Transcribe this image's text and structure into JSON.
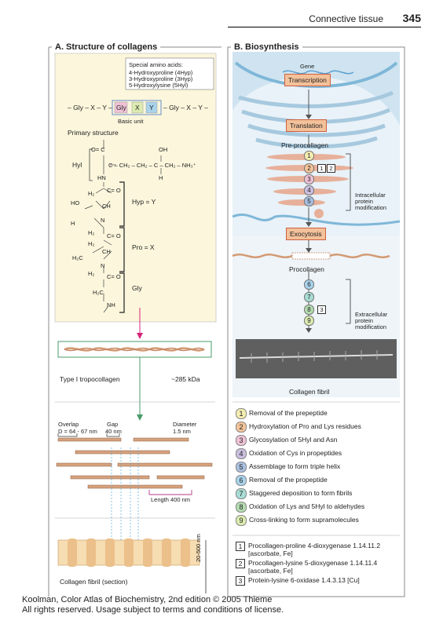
{
  "header": {
    "section": "Connective tissue",
    "page": "345"
  },
  "panelA": {
    "title": "A. Structure of collagens",
    "special_title": "Special amino acids:",
    "special": [
      "4-Hydroxyproline (4Hyp)",
      "3-Hydroxyproline (3Hyp)",
      "5-Hydroxylysine (5Hyl)"
    ],
    "seq_left": "– Gly – X – Y –",
    "seq_box": [
      "Gly",
      "X",
      "Y"
    ],
    "seq_right": "– Gly – X – Y –",
    "basic_unit": "Basic unit",
    "primary_structure": "Primary structure",
    "hyl": "Hyl",
    "hyp_eq": "Hyp = Y",
    "pro_eq": "Pro = X",
    "gly": "Gly",
    "tropocollagen": "Type I tropocollagen",
    "kda": "~285 kDa",
    "overlap": "Overlap",
    "overlap_val": "D = 64 - 67 nm",
    "gap": "Gap",
    "gap_val": "40 nm",
    "diameter": "Diameter",
    "diameter_val": "1.5 nm",
    "length": "Length 400 nm",
    "fibril_section": "Collagen fibril (section)",
    "size": "20-500 nm"
  },
  "panelB": {
    "title": "B. Biosynthesis",
    "gene": "Gene",
    "transcription": "Transcription",
    "translation": "Translation",
    "preprocollagen": "Pre-procollagen",
    "intracellular": [
      "Intracellular",
      "protein",
      "modification"
    ],
    "exocytosis": "Exocytosis",
    "procollagen": "Procollagen",
    "extracellular": [
      "Extracellular",
      "protein",
      "modification"
    ],
    "collagen_fibril": "Collagen fibril"
  },
  "legend": [
    {
      "n": "1",
      "label": "Removal of the prepeptide",
      "color": "#f3ecb0"
    },
    {
      "n": "2",
      "label": "Hydroxylation of Pro and Lys residues",
      "color": "#f4c49a"
    },
    {
      "n": "3",
      "label": "Glycosylation of 5Hyl and Asn",
      "color": "#f0c2d6"
    },
    {
      "n": "4",
      "label": "Oxidation of Cys in propeptides",
      "color": "#cbbfe0"
    },
    {
      "n": "5",
      "label": "Assemblage to form triple helix",
      "color": "#a9bfe0"
    },
    {
      "n": "6",
      "label": "Removal of the propeptide",
      "color": "#a9d3ec"
    },
    {
      "n": "7",
      "label": "Staggered deposition to form fibrils",
      "color": "#a8dcd4"
    },
    {
      "n": "8",
      "label": "Oxidation of Lys and 5Hyl to aldehydes",
      "color": "#b4dcb0"
    },
    {
      "n": "9",
      "label": "Cross-linking to form supramolecules",
      "color": "#dcebb0"
    }
  ],
  "enzymes": [
    {
      "n": "1",
      "label": "Procollagen-proline 4-dioxygenase 1.14.11.2 [ascorbate, Fe]"
    },
    {
      "n": "2",
      "label": "Procollagen-lysine 5-dioxygenase 1.14.11.4 [ascorbate, Fe]"
    },
    {
      "n": "3",
      "label": "Protein-lysine 6-oxidase 1.4.3.13 [Cu]"
    }
  ],
  "footer": [
    "Koolman, Color Atlas of Biochemistry, 2nd edition © 2005 Thieme",
    "All rights reserved. Usage subject to terms and conditions of license."
  ]
}
